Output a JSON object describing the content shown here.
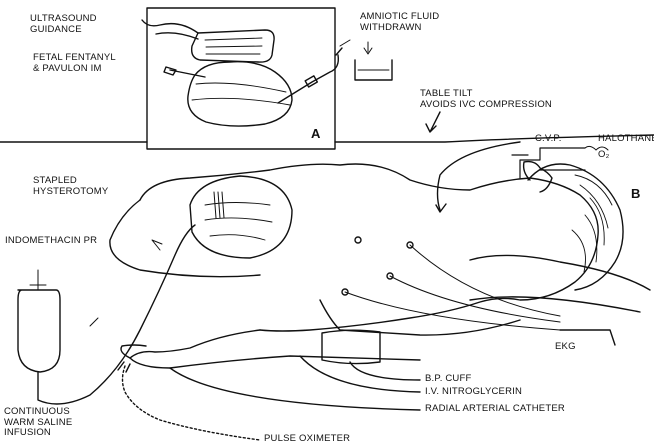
{
  "panels": {
    "a": "A",
    "b": "B"
  },
  "labels": {
    "ultrasound": [
      "ULTRASOUND",
      "GUIDANCE"
    ],
    "fentanyl": [
      "FETAL FENTANYL",
      "& PAVULON IM"
    ],
    "amniotic": [
      "AMNIOTIC FLUID",
      "WITHDRAWN"
    ],
    "table_tilt": [
      "TABLE TILT",
      "AVOIDS IVC COMPRESSION"
    ],
    "cvp": "C.V.P.",
    "halothane": "HALOTHANE",
    "o2": "O₂",
    "hysterotomy": [
      "STAPLED",
      "HYSTEROTOMY"
    ],
    "indomethacin": "INDOMETHACIN PR",
    "saline": [
      "CONTINUOUS",
      "WARM SALINE",
      "INFUSION"
    ],
    "ekg": "EKG",
    "bp_cuff": "B.P. CUFF",
    "nitroglycerin": "I.V. NITROGLYCERIN",
    "radial": "RADIAL ARTERIAL CATHETER",
    "pulse_ox": "PULSE OXIMETER"
  }
}
